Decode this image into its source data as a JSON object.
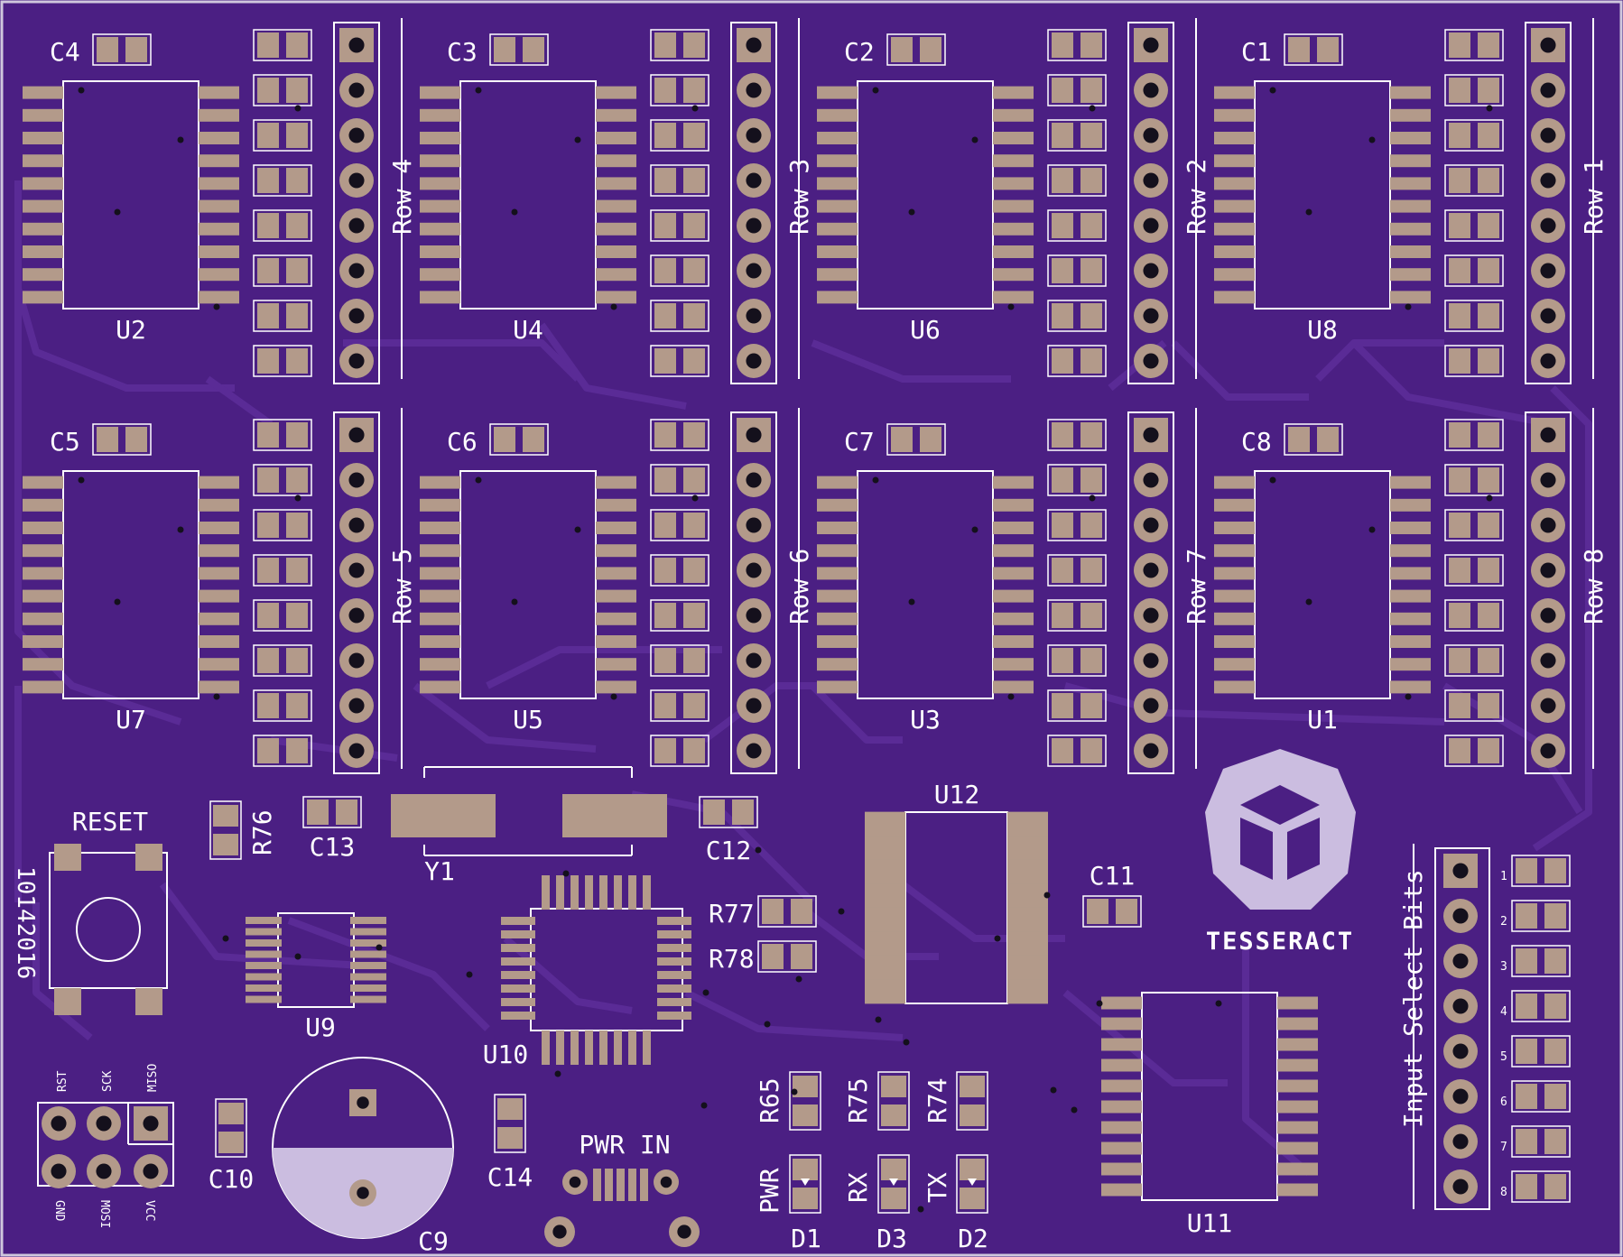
{
  "board": {
    "date_code": "10142016",
    "logo_text": "TESSERACT",
    "colors": {
      "board": "#4b1f83",
      "board_dark": "#3f1773",
      "trace": "#5a2b96",
      "pad": "#b39a8a",
      "hole": "#14101c",
      "silk": "#ffffff",
      "logo": "#cbbde0",
      "outline": "#cfc7dd"
    }
  },
  "rows": [
    {
      "ic": "U2",
      "cap": "C4",
      "row": "Row 4"
    },
    {
      "ic": "U4",
      "cap": "C3",
      "row": "Row 3"
    },
    {
      "ic": "U6",
      "cap": "C2",
      "row": "Row 2"
    },
    {
      "ic": "U8",
      "cap": "C1",
      "row": "Row 1"
    },
    {
      "ic": "U7",
      "cap": "C5",
      "row": "Row 5"
    },
    {
      "ic": "U5",
      "cap": "C6",
      "row": "Row 6"
    },
    {
      "ic": "U3",
      "cap": "C7",
      "row": "Row 7"
    },
    {
      "ic": "U1",
      "cap": "C8",
      "row": "Row 8"
    }
  ],
  "lower": {
    "reset": "RESET",
    "r76": "R76",
    "c13": "C13",
    "y1": "Y1",
    "c12": "C12",
    "u12": "U12",
    "c11": "C11",
    "r77": "R77",
    "r78": "R78",
    "u9": "U9",
    "u10": "U10",
    "u11": "U11",
    "c10": "C10",
    "c9": "C9",
    "c14": "C14",
    "pwr_in": "PWR IN",
    "r65": "R65",
    "r75": "R75",
    "r74": "R74",
    "pwr": "PWR",
    "rx": "RX",
    "tx": "TX",
    "d1": "D1",
    "d3": "D3",
    "d2": "D2",
    "input_select": "Input Select Bits"
  },
  "isp": {
    "top": [
      "RST",
      "SCK",
      "MISO"
    ],
    "bottom": [
      "GND",
      "MOSI",
      "VCC"
    ]
  },
  "input_bits": [
    "1",
    "2",
    "3",
    "4",
    "5",
    "6",
    "7",
    "8"
  ]
}
